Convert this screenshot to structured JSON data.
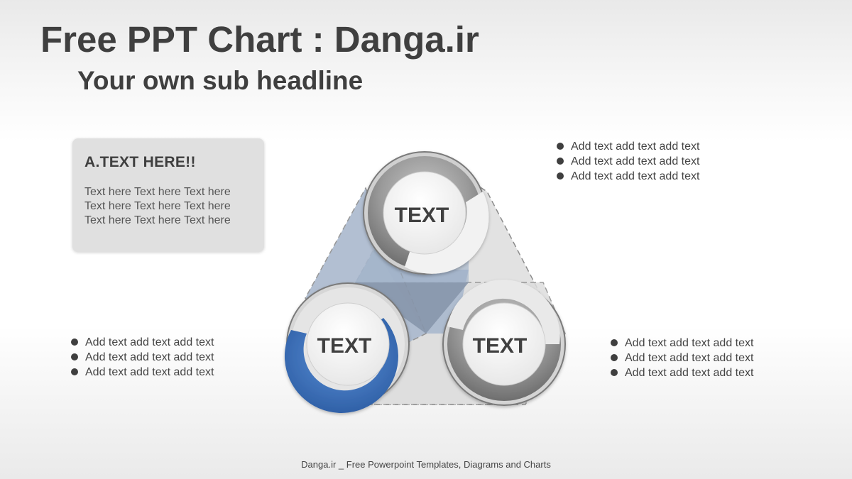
{
  "header": {
    "title": "Free PPT Chart : Danga.ir",
    "subtitle": "Your own sub headline"
  },
  "info_box": {
    "heading": "A.TEXT HERE!!",
    "lines": [
      "Text here Text here Text here",
      "Text here Text here Text here",
      "Text here Text here Text here"
    ]
  },
  "bullet_groups": {
    "top_right": [
      "Add text add text add text",
      "Add text add text add text",
      "Add text add text add text"
    ],
    "left": [
      "Add text add text add text",
      "Add text add text add text",
      "Add text add text add text"
    ],
    "right": [
      "Add text add text add text",
      "Add text add text add text",
      "Add text add text add text"
    ]
  },
  "diagram": {
    "nodes": [
      {
        "label": "TEXT",
        "accent": "#8a8a8a"
      },
      {
        "label": "TEXT",
        "accent": "#3d72bd"
      },
      {
        "label": "TEXT",
        "accent": "#8f8f8f"
      }
    ],
    "colors": {
      "blue_accent": "#3d72bd",
      "blue_panel": "#a9b8cd",
      "gray_panel": "#dcdcdc",
      "dark_text": "#3f3f3f"
    }
  },
  "footer": {
    "text": "Danga.ir _ Free Powerpoint Templates, Diagrams and Charts"
  }
}
